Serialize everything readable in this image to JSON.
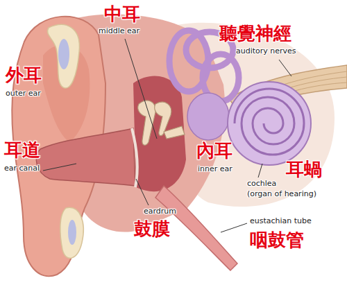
{
  "diagram": {
    "labels": [
      "中耳",
      "middle ear",
      "聽覺神經",
      "auditory nerves",
      "外耳",
      "outer ear",
      "耳道",
      "ear canal",
      "內耳",
      "inner ear",
      "耳蝸",
      "cochlea",
      "(organ of hearing)",
      "eardrum",
      "eustachian tube",
      "鼓膜",
      "咽鼓管"
    ]
  }
}
